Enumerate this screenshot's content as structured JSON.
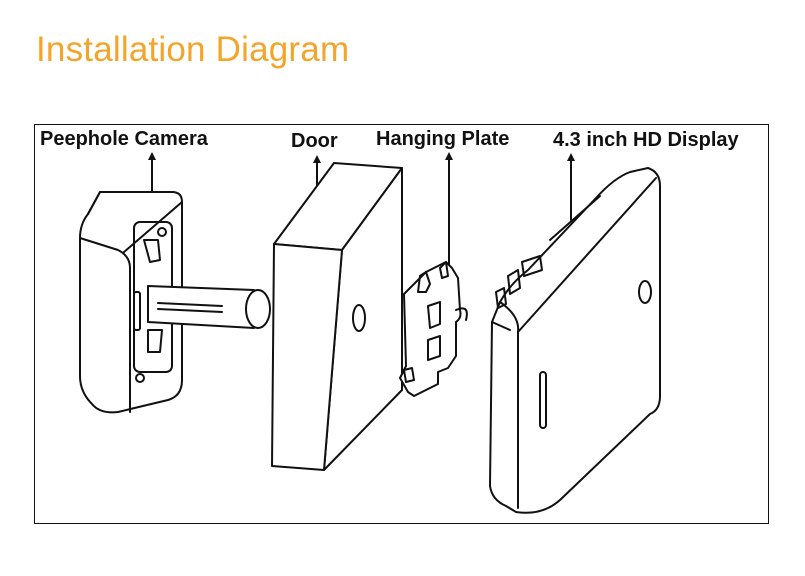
{
  "title": "Installation Diagram",
  "labels": {
    "peephole_camera": "Peephole Camera",
    "door": "Door",
    "hanging_plate": "Hanging Plate",
    "display": "4.3 inch HD Display"
  },
  "colors": {
    "title": "#f3a42a",
    "line": "#111111",
    "background": "#ffffff"
  }
}
